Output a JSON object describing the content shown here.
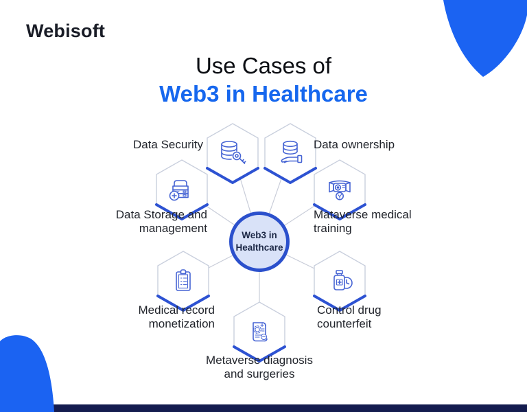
{
  "brand": {
    "logo_text": "Webisoft"
  },
  "title": {
    "line1": "Use Cases of",
    "line2": "Web3 in Healthcare"
  },
  "center_node": {
    "label": "Web3 in\nHealthcare"
  },
  "nodes": [
    {
      "label": "Data Security",
      "icon": "database-key-icon"
    },
    {
      "label": "Data ownership",
      "icon": "database-hand-icon"
    },
    {
      "label": "Data Storage and\nmanagement",
      "icon": "storage-server-icon"
    },
    {
      "label": "Mataverse medical\ntraining",
      "icon": "vr-headset-icon"
    },
    {
      "label": "Medical record\nmonetization",
      "icon": "clipboard-record-icon"
    },
    {
      "label": "Control drug\ncounterfeit",
      "icon": "medicine-bottle-clock-icon"
    },
    {
      "label": "Metaverse diagnosis\nand surgeries",
      "icon": "prescription-scroll-icon"
    }
  ],
  "colors": {
    "brand_blue": "#1b63f2",
    "title_blue": "#1667ee",
    "node_accent_blue": "#2d52d2",
    "center_circle_fill": "#d9e2f8",
    "center_circle_border": "#2b50cc",
    "connector_gray": "#c9cdd9",
    "hex_outline": "#c9cfdd",
    "bottom_bar_navy": "#141c4f",
    "label_text": "#22252c",
    "logo_text": "#191c26"
  }
}
